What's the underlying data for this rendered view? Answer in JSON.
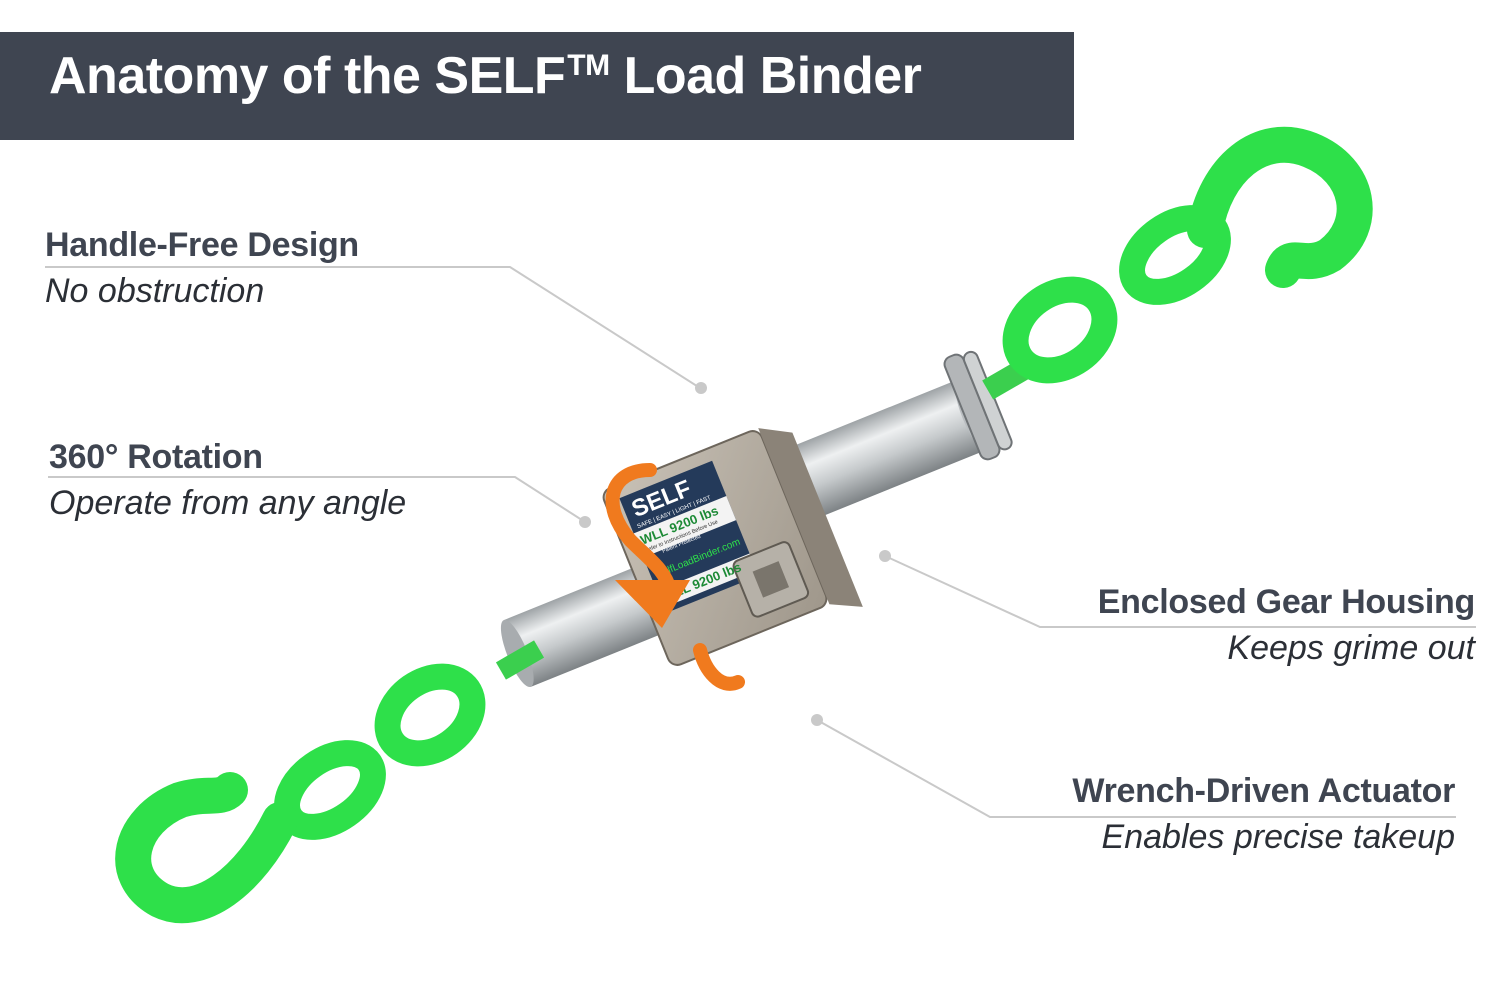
{
  "title": {
    "main": "Anatomy of the SELF",
    "tm": "TM",
    "rest": " Load Binder"
  },
  "features": [
    {
      "name": "Handle-Free Design",
      "description": "No obstruction"
    },
    {
      "name": "360° Rotation",
      "description": "Operate from any angle"
    },
    {
      "name": "Enclosed Gear Housing",
      "description": "Keeps grime out"
    },
    {
      "name": "Wrench-Driven Actuator",
      "description": "Enables precise takeup"
    }
  ],
  "product_label": {
    "brand": "SELF",
    "tagline": "SAFE | EASY | LIGHT | FAST",
    "wll": "WLL 9200 lbs",
    "instructions": "Refer to Instructions Before Use",
    "patent": "Patent Protected",
    "website": "SelfLoadBinder.com"
  },
  "colors": {
    "title_bar": "#3f4551",
    "hook_green": "#2ee04a",
    "rotation_arrow": "#f07a1e",
    "leader_line": "#c9c9c9"
  }
}
